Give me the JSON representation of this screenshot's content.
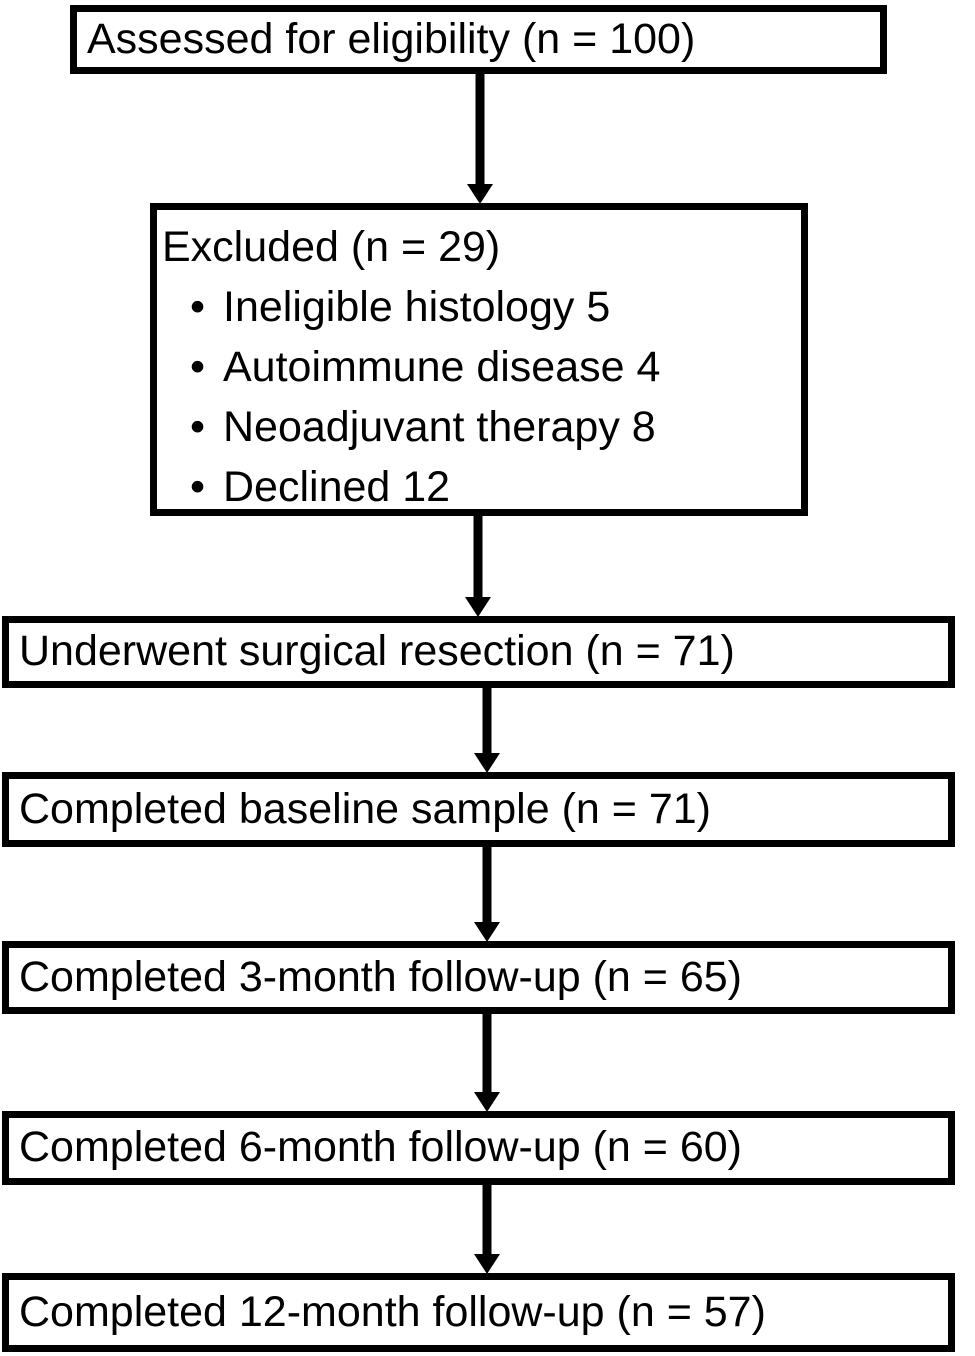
{
  "diagram": {
    "type": "consort-patient-flow",
    "colors": {
      "box_border": "#000000",
      "box_background": "#ffffff",
      "text": "#000000",
      "arrow": "#000000"
    },
    "flow": {
      "assessed": {
        "label": "Assessed for eligibility (n = 100)"
      },
      "excluded": {
        "title": "Excluded (n = 29)",
        "bullet_char": "•",
        "bullets": [
          "Ineligible histology 5",
          "Autoimmune disease 4",
          "Neoadjuvant therapy 8",
          "Declined 12"
        ]
      },
      "surgical": {
        "label": "Underwent surgical resection (n = 71)"
      },
      "baseline": {
        "label": "Completed baseline sample (n = 71)"
      },
      "month3": {
        "label": "Completed 3-month follow-up (n = 65)"
      },
      "month6": {
        "label": "Completed 6-month follow-up (n = 60)"
      },
      "month12": {
        "label": "Completed 12-month follow-up (n = 57)"
      }
    }
  }
}
